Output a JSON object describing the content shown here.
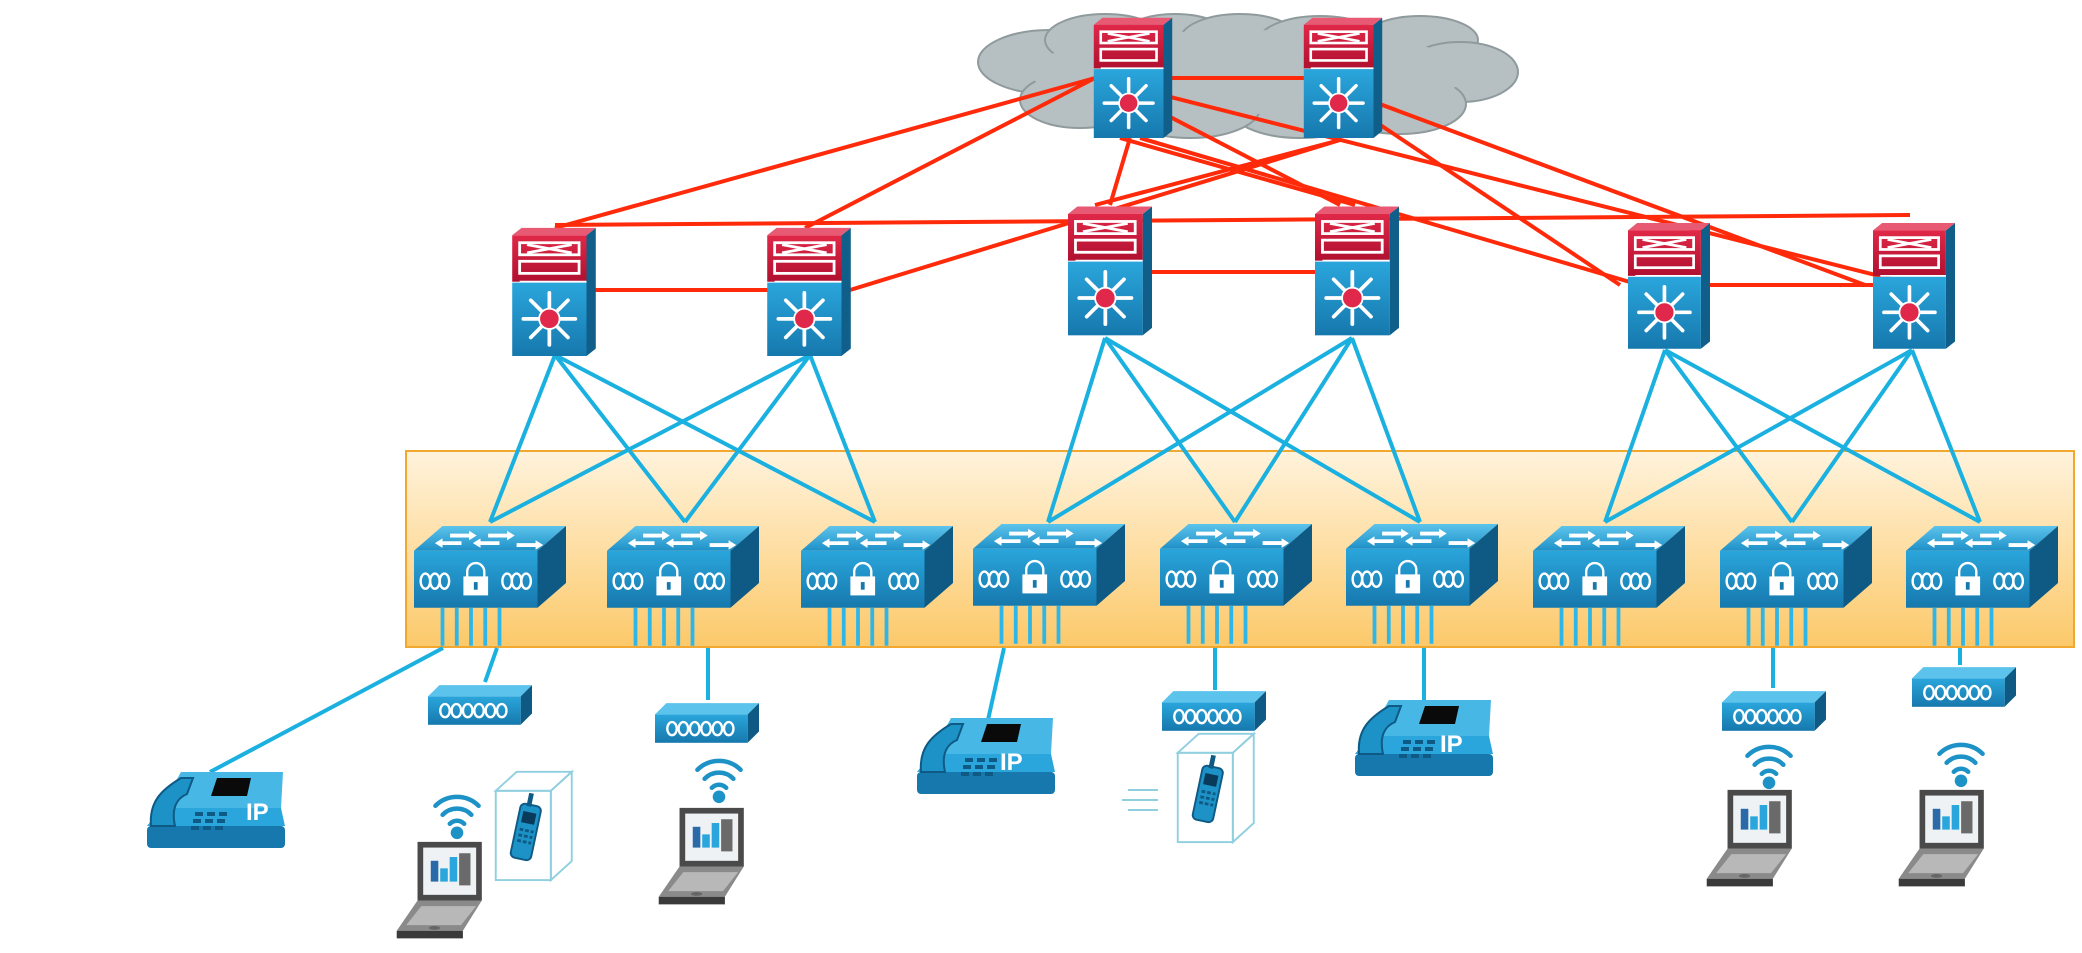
{
  "diagram": {
    "phone_label": "IP",
    "colors": {
      "core_link": "#ff2a0a",
      "access_link": "#1ab0e0",
      "cloud": "#b6c0c2",
      "zone": "#fcd58a",
      "device_blue": "#1d92c6",
      "device_red": "#c8193a"
    },
    "layers": [
      "core",
      "distribution",
      "access",
      "endpoints"
    ]
  }
}
